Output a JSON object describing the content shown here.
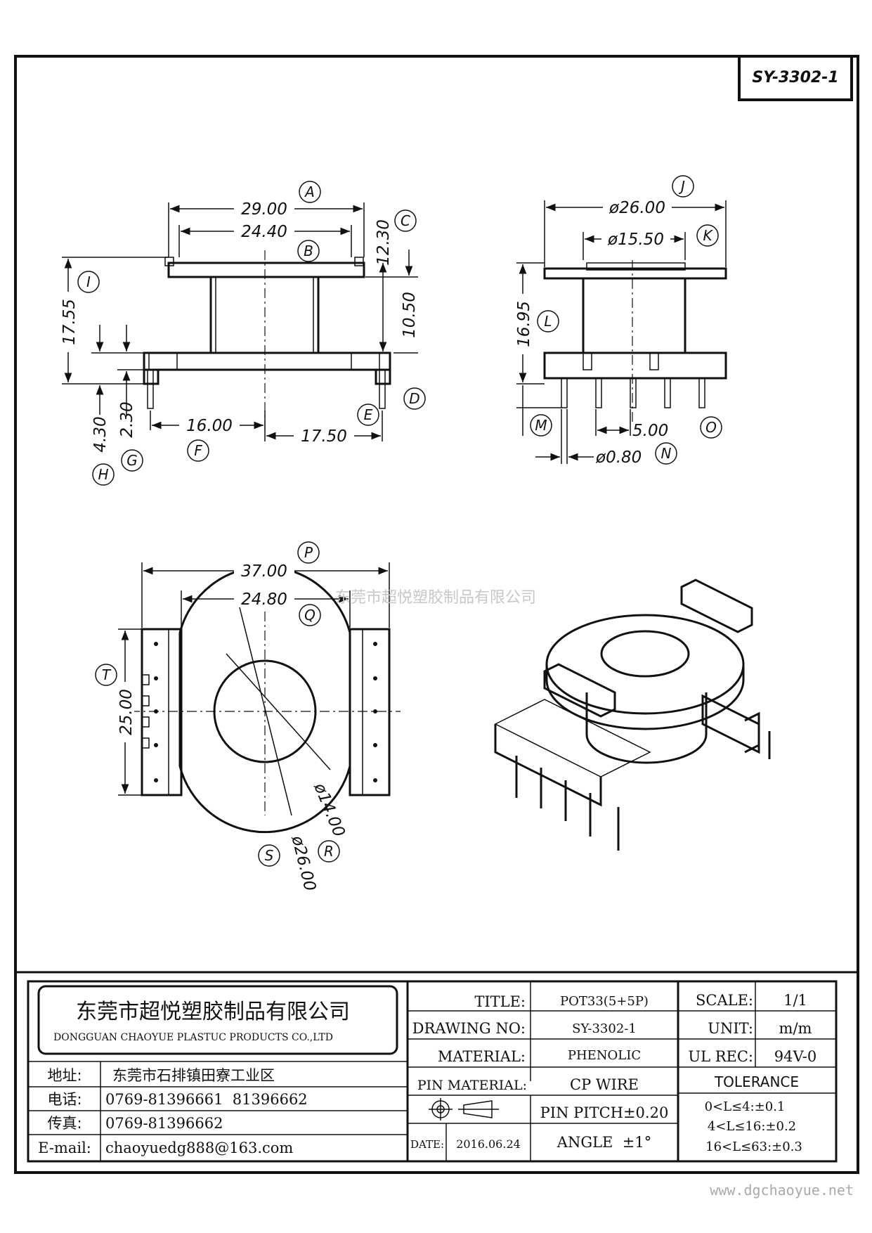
{
  "drawing_code": "SY-3302-1",
  "watermark": "东莞市超悦塑胶制品有限公司",
  "website": "www.dgchaoyue.net",
  "dimensions": {
    "A": "29.00",
    "B": "24.40",
    "C": "12.30",
    "D": "10.50",
    "E": "17.50",
    "F": "16.00",
    "G": "2.30",
    "H": "4.30",
    "I": "17.55",
    "J": "ø26.00",
    "K": "ø15.50",
    "L": "16.95",
    "N": "ø0.80",
    "O": "5.00",
    "P": "37.00",
    "Q": "24.80",
    "R": "ø14.00",
    "S": "ø26.00",
    "T": "25.00"
  },
  "labels": [
    "A",
    "B",
    "C",
    "D",
    "E",
    "F",
    "G",
    "H",
    "I",
    "J",
    "K",
    "L",
    "M",
    "N",
    "O",
    "P",
    "Q",
    "R",
    "S",
    "T"
  ],
  "company": {
    "name_cn": "东莞市超悦塑胶制品有限公司",
    "name_en": "DONGGUAN CHAOYUE PLASTUC PRODUCTS CO.,LTD",
    "address_label": "地址:",
    "address": "东莞市石排镇田寮工业区",
    "phone_label": "电话:",
    "phone": "0769-81396661  81396662",
    "fax_label": "传真:",
    "fax": "0769-81396662",
    "email_label": "E-mail:",
    "email": "chaoyuedg888@163.com"
  },
  "title_block": {
    "title_label": "TITLE:",
    "title": "POT33(5+5P)",
    "drawing_no_label": "DRAWING NO:",
    "drawing_no": "SY-3302-1",
    "material_label": "MATERIAL:",
    "material": "PHENOLIC",
    "pin_material_label": "PIN MATERIAL:",
    "pin_material": "CP WIRE",
    "pin_pitch": "PIN PITCH±0.20",
    "angle": "ANGLE  ±1°",
    "date_label": "DATE:",
    "date": "2016.06.24",
    "scale_label": "SCALE:",
    "scale": "1/1",
    "unit_label": "UNIT:",
    "unit": "m/m",
    "ul_label": "UL REC:",
    "ul": "94V-0",
    "tolerance_label": "TOLERANCE",
    "tol1": "0<L≤4:±0.1",
    "tol2": "4<L≤16:±0.2",
    "tol3": "16<L≤63:±0.3"
  }
}
